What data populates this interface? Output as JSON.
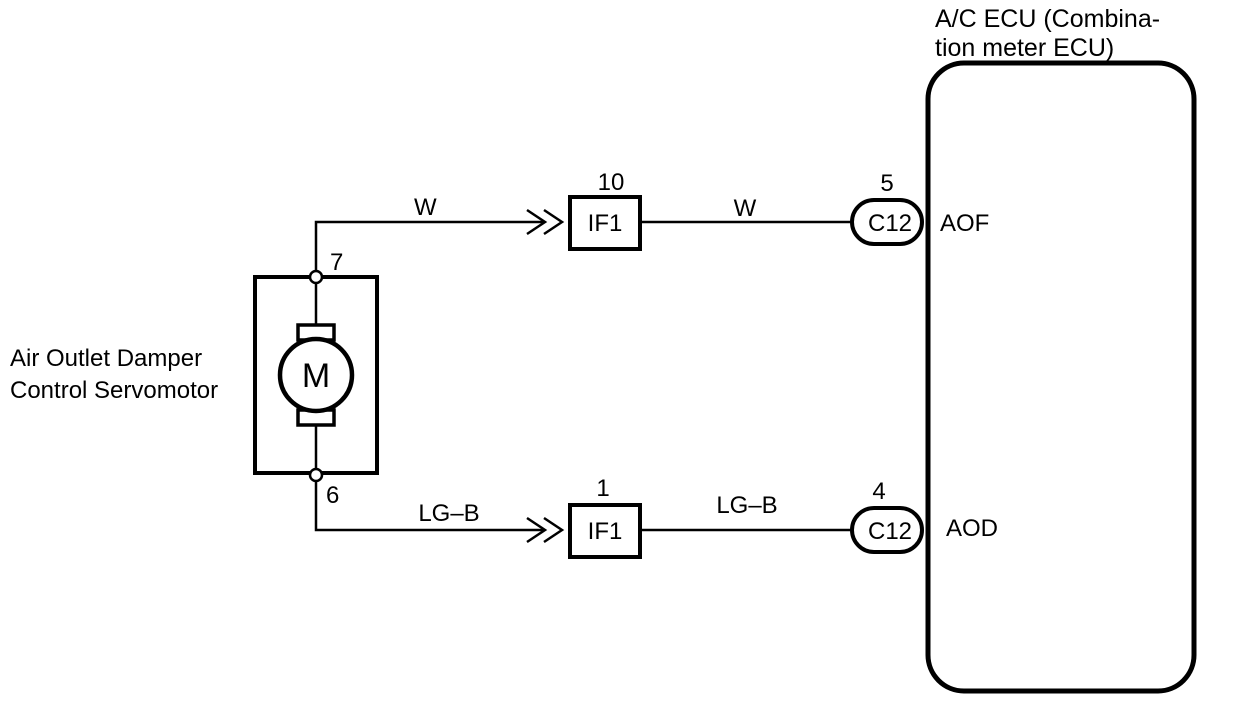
{
  "ecu": {
    "title_line1": "A/C ECU (Combina-",
    "title_line2": "tion meter ECU)",
    "terminal_aof": "AOF",
    "terminal_aod": "AOD"
  },
  "servomotor": {
    "label_line1": "Air Outlet Damper",
    "label_line2": "Control Servomotor",
    "motor_symbol": "M",
    "pin_top": "7",
    "pin_bottom": "6"
  },
  "top_circuit": {
    "wire_color_left": "W",
    "junction_label": "IF1",
    "junction_pin": "10",
    "wire_color_right": "W",
    "connector_label": "C12",
    "connector_pin": "5"
  },
  "bottom_circuit": {
    "wire_color_left": "LG–B",
    "junction_label": "IF1",
    "junction_pin": "1",
    "wire_color_right": "LG–B",
    "connector_label": "C12",
    "connector_pin": "4"
  }
}
